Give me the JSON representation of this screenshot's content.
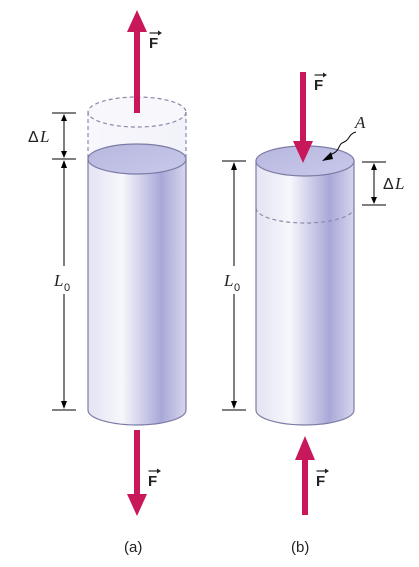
{
  "force_label": "F",
  "delta_symbol": "Δ",
  "length_letter": "L",
  "length_subscript": "0",
  "area_label": "A",
  "panel_a": {
    "caption": "(a)"
  },
  "panel_b": {
    "caption": "(b)"
  },
  "colors": {
    "arrow": "#c8175a",
    "cylinder_edge": "#7b7ba6",
    "cylinder_light": "#f2f2fa",
    "cylinder_dark": "#aaaad8",
    "dimension_line": "#000000",
    "dashed_outline": "#8a8aa8"
  }
}
